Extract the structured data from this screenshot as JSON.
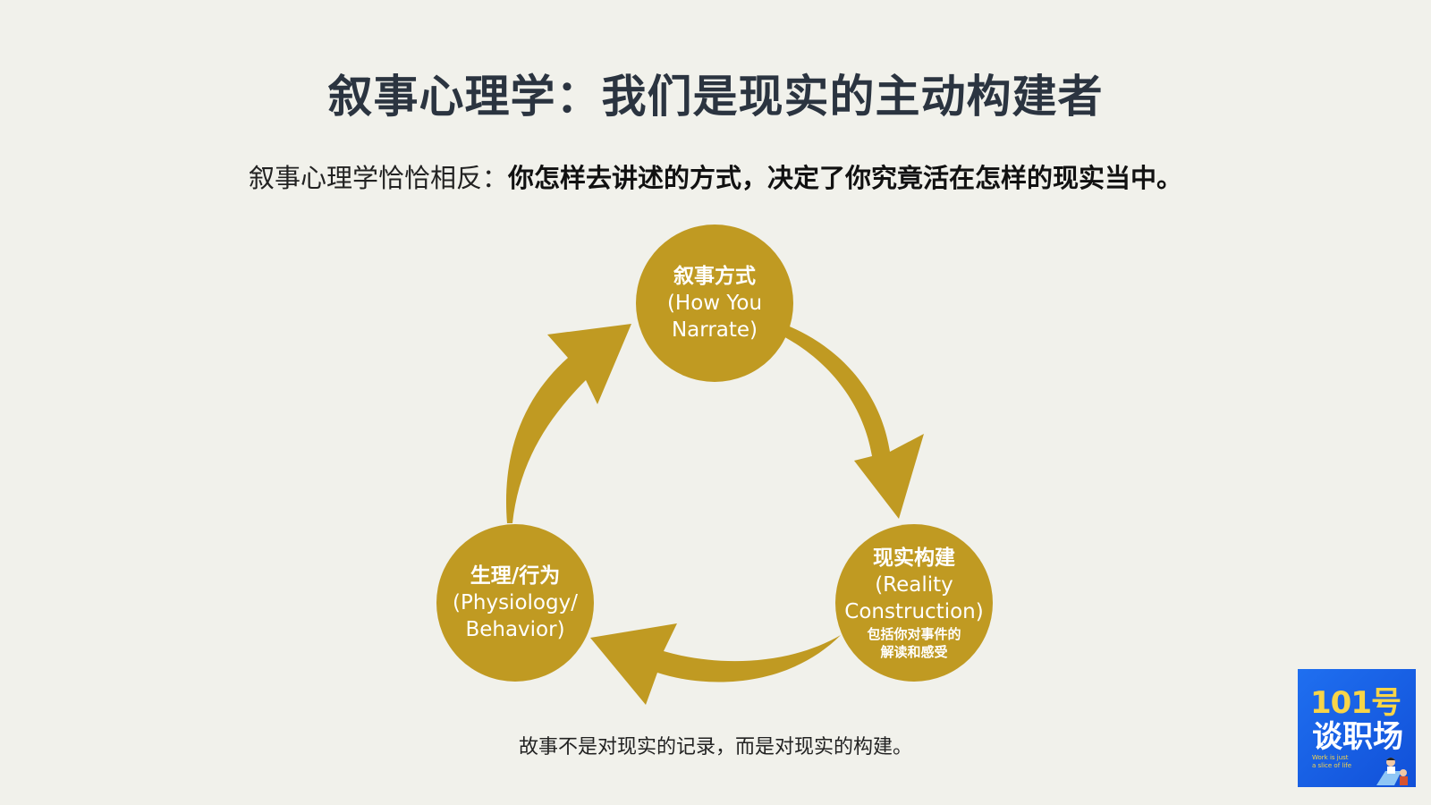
{
  "title": "叙事心理学：我们是现实的主动构建者",
  "subtitle": {
    "lead": "叙事心理学恰恰相反：",
    "emphasis": "你怎样去讲述的方式，决定了你究竟活在怎样的现实当中。"
  },
  "nodes": [
    {
      "zh": "叙事方式",
      "en1": "(How You",
      "en2": "Narrate)"
    },
    {
      "zh": "现实构建",
      "en1": "(Reality",
      "en2": "Construction)",
      "note1": "包括你对事件的",
      "note2": "解读和感受"
    },
    {
      "zh": "生理/行为",
      "en1": "(Physiology/",
      "en2": "Behavior)"
    }
  ],
  "caption": "故事不是对现实的记录，而是对现实的构建。",
  "logo": {
    "line1": "101号",
    "line2": "谈职场",
    "tagline1": "Work is just",
    "tagline2": "a slice of life"
  },
  "colors": {
    "accent": "#C09A22",
    "background": "#F1F1EB",
    "logo_bg": "#1a62e8"
  }
}
